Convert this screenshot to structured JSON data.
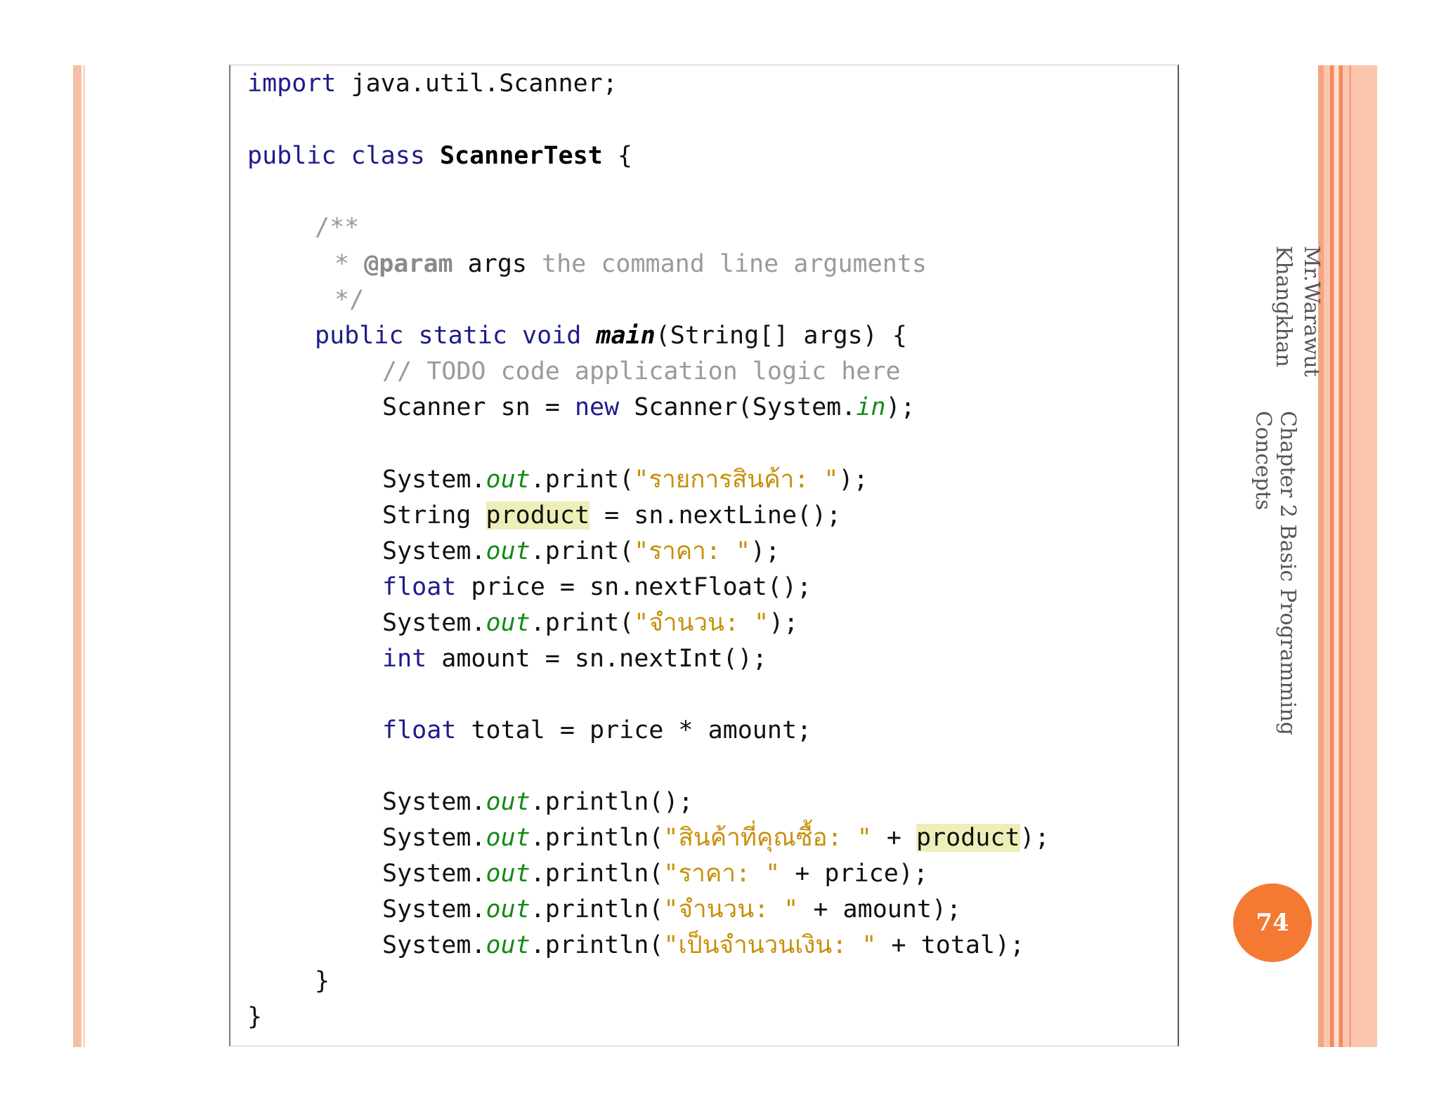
{
  "code_lines": [
    "import java.util.Scanner;",
    "public class ScannerTest {",
    "/**",
    "* @param args the command line arguments",
    "*/",
    "public static void main(String[] args) {",
    "// TODO code application logic here",
    "Scanner sn = new Scanner(System.in);",
    "System.out.print(\"รายการสินค้า: \");",
    "String product = sn.nextLine();",
    "System.out.print(\"ราคา: \");",
    "float price = sn.nextFloat();",
    "System.out.print(\"จำนวน: \");",
    "int amount = sn.nextInt();",
    "float total = price * amount;",
    "System.out.println();",
    "System.out.println(\"สินค้าที่คุณซื้อ: \" + product);",
    "System.out.println(\"ราคา: \" + price);",
    "System.out.println(\"จำนวน: \" + amount);",
    "System.out.println(\"เป็นจำนวนเงิน: \" + total);",
    "}",
    "}"
  ],
  "side_text": {
    "author": "Mr.Warawut Khangkhan",
    "author_line1": "Mr.Warawut",
    "author_line2": "Khangkhan",
    "chapter": "Chapter 2 Basic Programming Concepts"
  },
  "page_number": "74",
  "colors": {
    "keyword": "#1c1c8c",
    "comment": "#9a9a9a",
    "string": "#c8900a",
    "field": "#168a16",
    "highlight": "#eeeeb8",
    "badge": "#f47a34",
    "decor_peach": "#fbc6ae"
  }
}
